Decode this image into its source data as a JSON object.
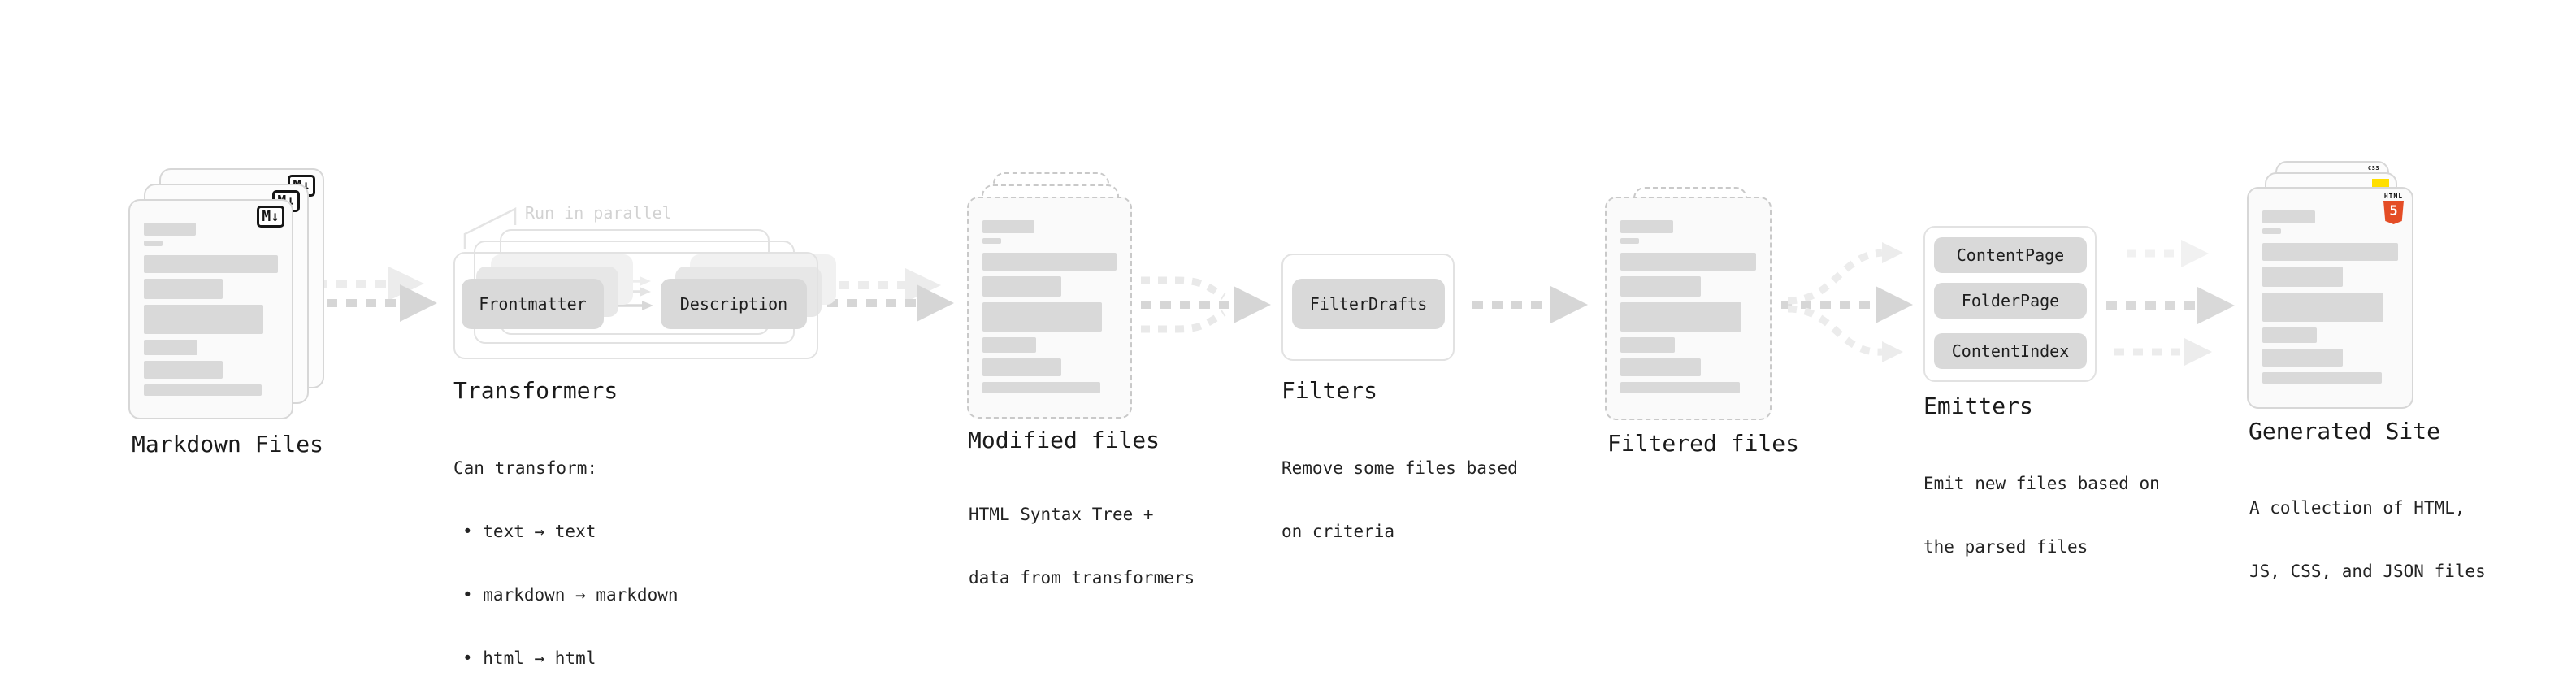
{
  "markdown": {
    "label": "Markdown Files",
    "badge": "M↓"
  },
  "transformers": {
    "label": "Transformers",
    "annotation": "Run in parallel",
    "node_a": "Frontmatter",
    "node_b": "Description",
    "desc_title": "Can transform:",
    "bullets": [
      "• text → text",
      "• markdown → markdown",
      "• html → html"
    ]
  },
  "modified": {
    "label": "Modified files",
    "desc_line1": "HTML Syntax Tree +",
    "desc_line2": "data from transformers"
  },
  "filters": {
    "label": "Filters",
    "node": "FilterDrafts",
    "desc_line1": "Remove some files based",
    "desc_line2": "on criteria"
  },
  "filtered": {
    "label": "Filtered files"
  },
  "emitters": {
    "label": "Emitters",
    "nodes": [
      "ContentPage",
      "FolderPage",
      "ContentIndex"
    ],
    "desc_line1": "Emit new files based on",
    "desc_line2": "the parsed files"
  },
  "generated": {
    "label": "Generated Site",
    "badge_css": "CSS",
    "badge_html_word": "HTML",
    "badge_html_number": "5",
    "desc_line1": "A collection of HTML,",
    "desc_line2": "JS, CSS, and JSON files"
  },
  "colors": {
    "html5_orange": "#e44d26",
    "js_yellow": "#ffdf00",
    "css_blue": "#2f6bf2",
    "bar_gray": "#d9d9d9",
    "arrow_dark": "#d6d6d6",
    "arrow_light": "#ececec"
  },
  "placeholder_bars": [
    {
      "w": 39,
      "h": 16,
      "mb": 6
    },
    {
      "w": 14,
      "h": 7,
      "mb": 11
    },
    {
      "w": 100,
      "h": 22,
      "mb": 7
    },
    {
      "w": 59,
      "h": 25,
      "mb": 7
    },
    {
      "w": 89,
      "h": 36,
      "mb": 7
    },
    {
      "w": 40,
      "h": 19,
      "mb": 7
    },
    {
      "w": 59,
      "h": 22,
      "mb": 7
    },
    {
      "w": 88,
      "h": 14,
      "mb": 0
    }
  ]
}
